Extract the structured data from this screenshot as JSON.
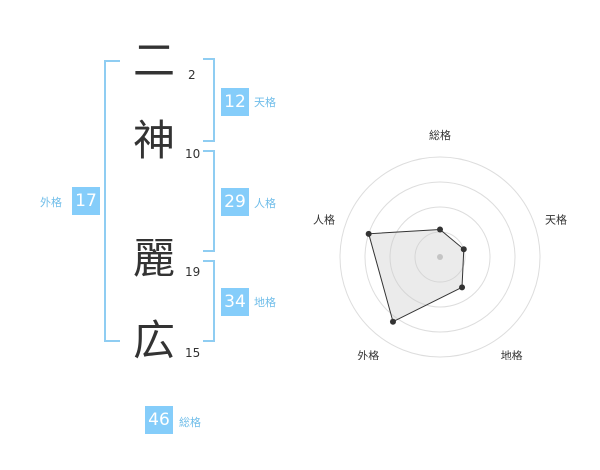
{
  "name": {
    "chars": [
      {
        "char": "二",
        "strokes": "2"
      },
      {
        "char": "神",
        "strokes": "10"
      },
      {
        "char": "麗",
        "strokes": "19"
      },
      {
        "char": "広",
        "strokes": "15"
      }
    ]
  },
  "kaku": {
    "tenkaku": {
      "value": "12",
      "label": "天格"
    },
    "jinkaku": {
      "value": "29",
      "label": "人格"
    },
    "chikaku": {
      "value": "34",
      "label": "地格"
    },
    "gaikaku": {
      "value": "17",
      "label": "外格"
    },
    "soukaku": {
      "value": "46",
      "label": "総格"
    }
  },
  "colors": {
    "accent": "#85cdfa",
    "bracket": "#8fcdf2",
    "text": "#333333"
  },
  "chart_data": {
    "type": "radar",
    "axes": [
      "総格",
      "天格",
      "地格",
      "外格",
      "人格"
    ],
    "rmax": 4,
    "rings": [
      1,
      2,
      3,
      4
    ],
    "values": [
      1.1,
      1.0,
      1.5,
      3.2,
      3.0
    ]
  }
}
